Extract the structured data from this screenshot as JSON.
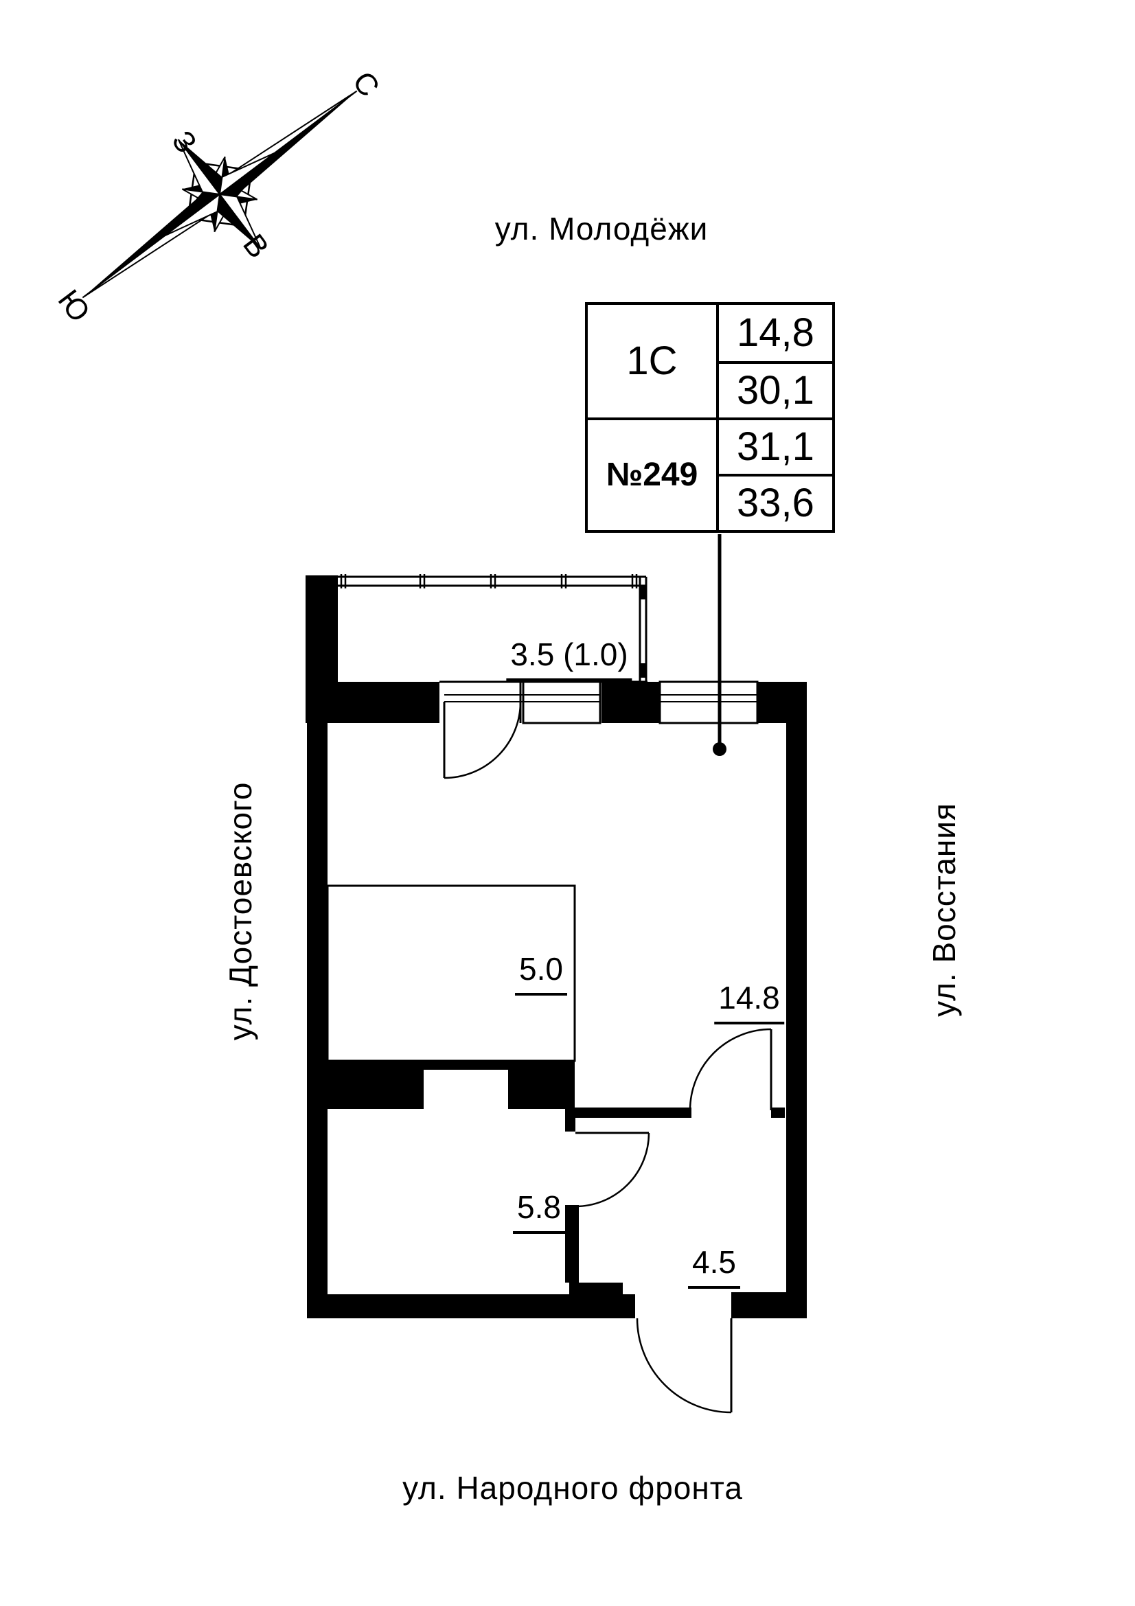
{
  "streets": {
    "top": "ул. Молодёжи",
    "bottom": "ул. Народного фронта",
    "left": "ул. Достоевского",
    "right": "ул. Восстания"
  },
  "compass": {
    "n": "С",
    "s": "Ю",
    "w": "З",
    "e": "В"
  },
  "unit_card": {
    "type": "1С",
    "number": "№249",
    "rows": [
      "14,8",
      "30,1",
      "31,1",
      "33,6"
    ]
  },
  "room_areas": {
    "balcony": "3.5 (1.0)",
    "niche": "5.0",
    "living": "14.8",
    "kitchen": "5.8",
    "hall": "4.5"
  },
  "colors": {
    "ink": "#000000",
    "background": "#ffffff"
  }
}
